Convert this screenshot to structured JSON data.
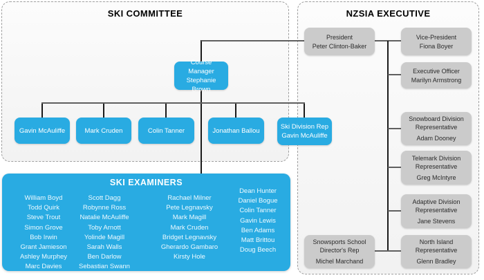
{
  "colors": {
    "accent_blue": "#29ABE2",
    "box_gray": "#CBCBCB",
    "connector_gray": "#5F5F5F",
    "connector_black": "#1A1A1A",
    "dashed_border": "#9E9E9E"
  },
  "ski_committee": {
    "title": "SKI COMMITTEE",
    "course_manager": {
      "role": "Course Manager",
      "name": "Stephanie Brown"
    },
    "members": [
      "Gavin McAuliffe",
      "Mark Cruden",
      "Colin Tanner",
      "Jonathan Ballou"
    ],
    "ski_division_rep": {
      "role": "Ski Division Rep",
      "name": "Gavin McAuliffe"
    }
  },
  "ski_examiners": {
    "title": "SKI EXAMINERS",
    "columns": [
      [
        "William Boyd",
        "Todd Quirk",
        "Steve Trout",
        "Simon Grove",
        "Bob Irwin",
        "Grant Jamieson",
        "Ashley Murphey",
        "Marc Davies"
      ],
      [
        "Scott Dagg",
        "Robynne Ross",
        "Natalie McAuliffe",
        "Toby Arnott",
        "Yolinde Magill",
        "Sarah Walls",
        "Ben Darlow",
        "Sebastian Swann"
      ],
      [
        "Rachael Milner",
        "Pete Legnavsky",
        "Mark Magill",
        "Mark Cruden",
        "Bridget Legnavsky",
        "Gherardo Gambaro",
        "Kirsty Hole"
      ],
      [
        "Dean Hunter",
        "Daniel Bogue",
        "Colin Tanner",
        "Gavin Lewis",
        "Ben Adams",
        "Matt Brittou",
        "Doug Beech"
      ]
    ]
  },
  "nzsia_executive": {
    "title": "NZSIA EXECUTIVE",
    "president": {
      "role": "President",
      "name": "Peter Clinton-Baker"
    },
    "vice_president": {
      "role": "Vice-President",
      "name": "Fiona Boyer"
    },
    "executive_officer": {
      "role": "Executive Officer",
      "name": "Marilyn Armstrong"
    },
    "snowboard_rep": {
      "role": "Snowboard Division Representative",
      "name": "Adam Dooney"
    },
    "telemark_rep": {
      "role": "Telemark Division Representative",
      "name": "Greg McIntyre"
    },
    "adaptive_rep": {
      "role": "Adaptive Division Representative",
      "name": "Jane Stevens"
    },
    "north_island_rep": {
      "role": "North Island Representative",
      "name": "Glenn Bradley"
    },
    "snowsports_rep": {
      "role": "Snowsports School Director's Rep",
      "name": "Michel Marchand"
    }
  }
}
